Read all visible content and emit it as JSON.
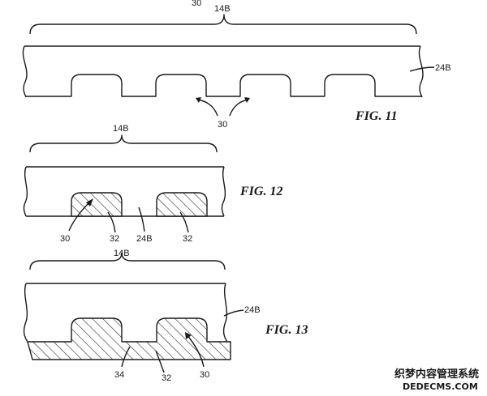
{
  "fig11": {
    "top_label": "30",
    "bracket_label": "14B",
    "body_label": "24B",
    "tooth_label": "30",
    "title": "FIG. 11"
  },
  "fig12": {
    "bracket_label": "14B",
    "title": "FIG. 12",
    "label_30": "30",
    "label_32_left": "32",
    "label_24b": "24B",
    "label_32_right": "32"
  },
  "fig13": {
    "bracket_label": "14B",
    "body_label": "24B",
    "title": "FIG. 13",
    "label_34": "34",
    "label_32": "32",
    "label_30": "30"
  },
  "watermark": {
    "line1": "织梦内容管理系统",
    "line2": "DEDECMS.COM"
  }
}
